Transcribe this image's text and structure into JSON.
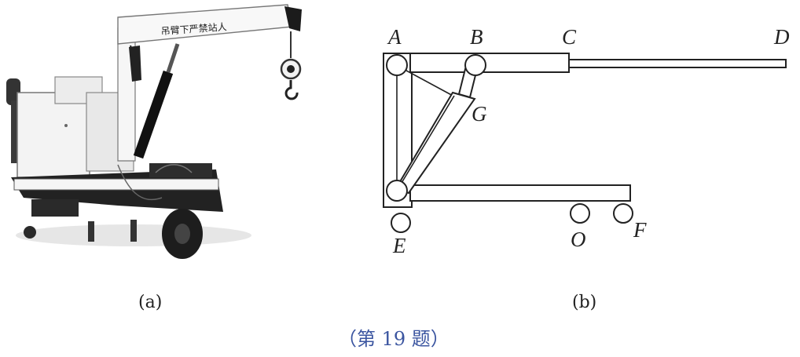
{
  "figure_a": {
    "caption": "(a)",
    "boom_text": "吊臂下严禁站人"
  },
  "figure_b": {
    "caption": "(b)",
    "labels": {
      "A": "A",
      "B": "B",
      "C": "C",
      "D": "D",
      "E": "E",
      "F": "F",
      "G": "G",
      "O": "O"
    }
  },
  "footer": {
    "problem_label": "（第 19 题）"
  }
}
